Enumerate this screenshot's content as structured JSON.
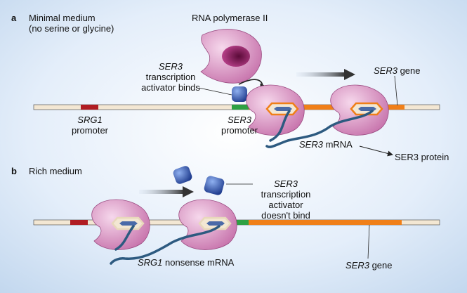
{
  "panel_a": {
    "letter": "a",
    "condition_line1": "Minimal medium",
    "condition_line2": "(no serine or glycine)",
    "polymerase_label": "RNA polymerase II",
    "activator_italic": "SER3",
    "activator_line2": "transcription",
    "activator_line3": "activator binds",
    "gene_italic": "SER3",
    "gene_rest": " gene",
    "srg1_italic": "SRG1",
    "srg1_line2": "promoter",
    "ser3_promoter_italic": "SER3",
    "ser3_promoter_line2": "promoter",
    "mrna_italic": "SER3",
    "mrna_rest": " mRNA",
    "protein_label": "SER3 protein"
  },
  "panel_b": {
    "letter": "b",
    "condition": "Rich medium",
    "activator_italic": "SER3",
    "activator_line2": "transcription",
    "activator_line3": "activator",
    "activator_line4": "doesn't bind",
    "mrna_italic": "SRG1",
    "mrna_rest": " nonsense mRNA",
    "gene_italic": "SER3",
    "gene_rest": " gene"
  },
  "colors": {
    "background": "#cfe0f2",
    "dna": "#f3e7d3",
    "srg1_promoter": "#b01c22",
    "ser3_promoter": "#2ea043",
    "ser3_gene": "#f07f18",
    "polymerase": "#d78fbe",
    "activator": "#2f4fa8",
    "mrna": "#2d5a80"
  }
}
